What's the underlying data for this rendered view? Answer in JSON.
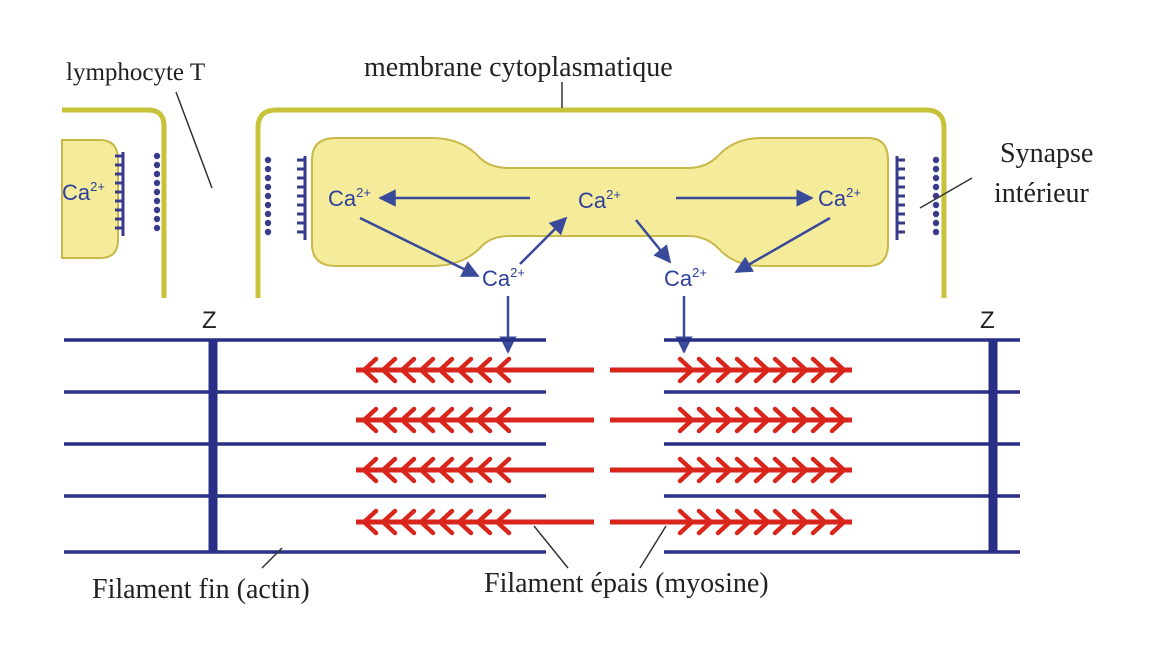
{
  "labels": {
    "t_lymphocyte": "lymphocyte T",
    "membrane": "membrane cytoplasmatique",
    "synapse_line1": "Synapse",
    "synapse_line2": "intérieur",
    "thin_filament": "Filament fin (actin)",
    "thick_filament": "Filament épais (myosine)",
    "z_left": "Z",
    "z_right": "Z"
  },
  "calcium": {
    "base": "Ca",
    "charge": "2+",
    "ions": [
      {
        "id": "left-edge"
      },
      {
        "id": "left-reservoir"
      },
      {
        "id": "center"
      },
      {
        "id": "right-reservoir"
      },
      {
        "id": "lower-left"
      },
      {
        "id": "lower-right"
      }
    ]
  },
  "colors": {
    "membrane": "#c8c23a",
    "reticulum_fill": "#f4ec9a",
    "reticulum_stroke": "#c8b84a",
    "actin": "#2a2f86",
    "myosin": "#d8261c",
    "calcium_text": "#2e3f9c",
    "arrow": "#3a4a9a",
    "receptor": "#3a3a8a"
  }
}
